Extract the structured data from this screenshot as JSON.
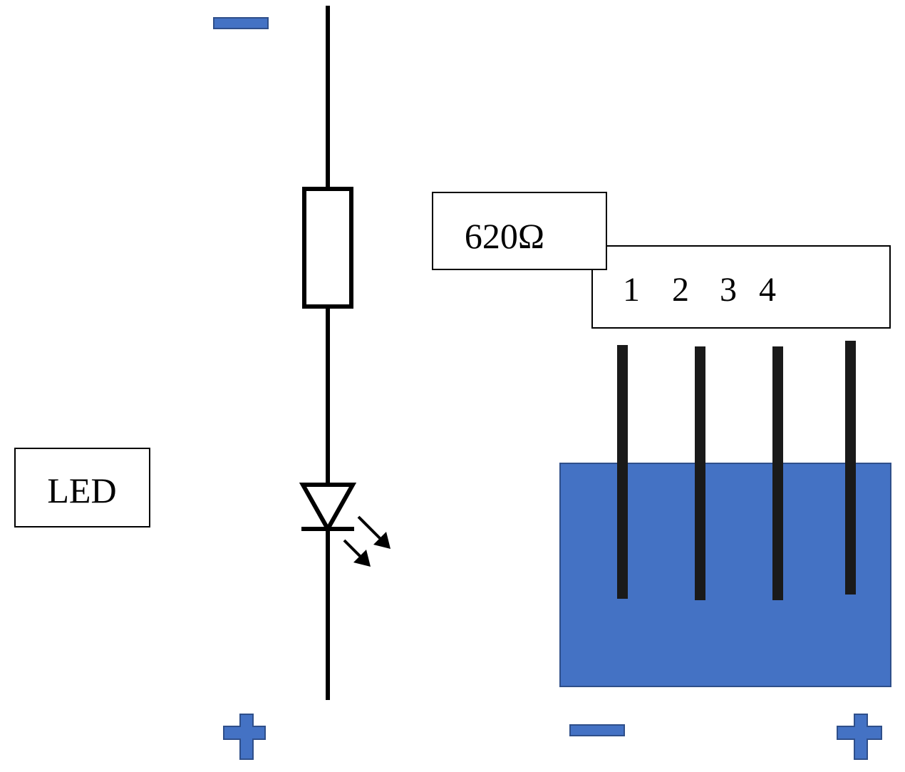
{
  "labels": {
    "led": "LED",
    "resistance": "620Ω",
    "electrode_1": "1",
    "electrode_2": "2",
    "electrode_3": "3",
    "electrode_4": "4"
  },
  "polarity": {
    "circuit_top": "negative",
    "circuit_bottom": "positive",
    "container_left": "negative",
    "container_right": "positive"
  },
  "colors": {
    "polarity_fill": "#4472c4",
    "polarity_stroke": "#2f4f8a",
    "liquid_fill": "#4472c4",
    "liquid_stroke": "#2f4f8a",
    "wire": "#000000",
    "electrode": "#1a1a1a"
  },
  "icons": {
    "minus": "minus-sign-icon",
    "plus": "plus-sign-icon",
    "led": "led-symbol-icon",
    "resistor": "resistor-symbol-icon"
  }
}
